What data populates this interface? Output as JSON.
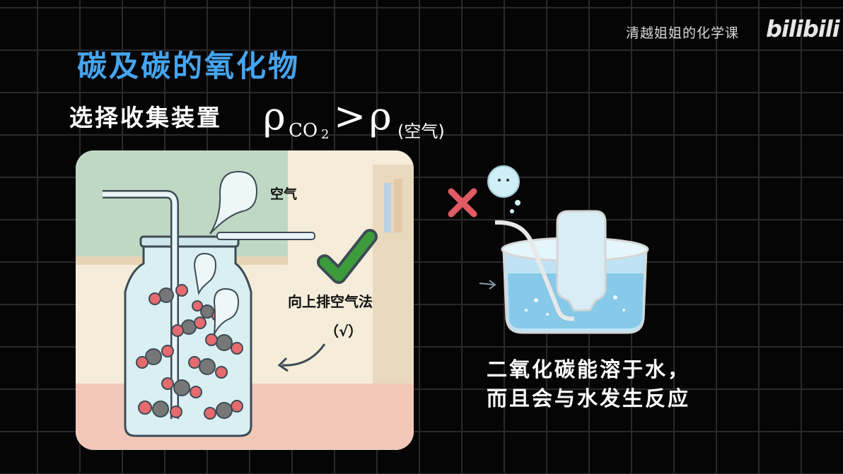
{
  "watermark": {
    "channel": "清越姐姐的化学课",
    "logo": "bilibili"
  },
  "title": "碳及碳的氧化物",
  "subtitle": "选择收集装置",
  "formula": {
    "rho": "ρ",
    "co2_sub": "CO",
    "co2_index": "2",
    "compare": ">",
    "air_sub": "(空气)"
  },
  "illustration": {
    "air_label": "空气",
    "method_label": "向上排空气法",
    "method_mark": "（√）"
  },
  "water_method": {
    "conclusion": [
      "二氧化碳能溶于水，",
      "而且会与水发生反应"
    ]
  },
  "colors": {
    "title_blue": "#45a5f0",
    "check_green": "#3c9c3c",
    "cross_red": "#e05a64"
  }
}
